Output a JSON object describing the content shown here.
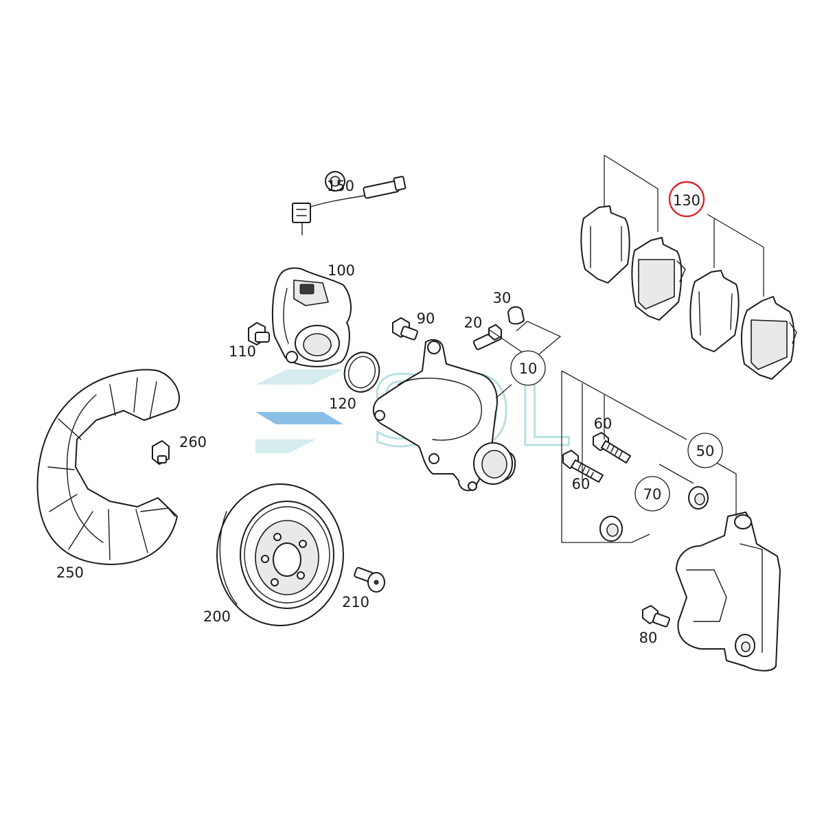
{
  "diagram": {
    "parts": {
      "p10": "10",
      "p20": "20",
      "p30": "30",
      "p50": "50",
      "p60a": "60",
      "p60b": "60",
      "p70": "70",
      "p80": "80",
      "p90": "90",
      "p100": "100",
      "p110": "110",
      "p120": "120",
      "p130": "130",
      "p150": "150",
      "p200": "200",
      "p210": "210",
      "p250": "250",
      "p260": "260"
    },
    "highlight_color": "#d9232a",
    "watermark": {
      "text": "SOL",
      "color": "#9fd6d8"
    }
  }
}
